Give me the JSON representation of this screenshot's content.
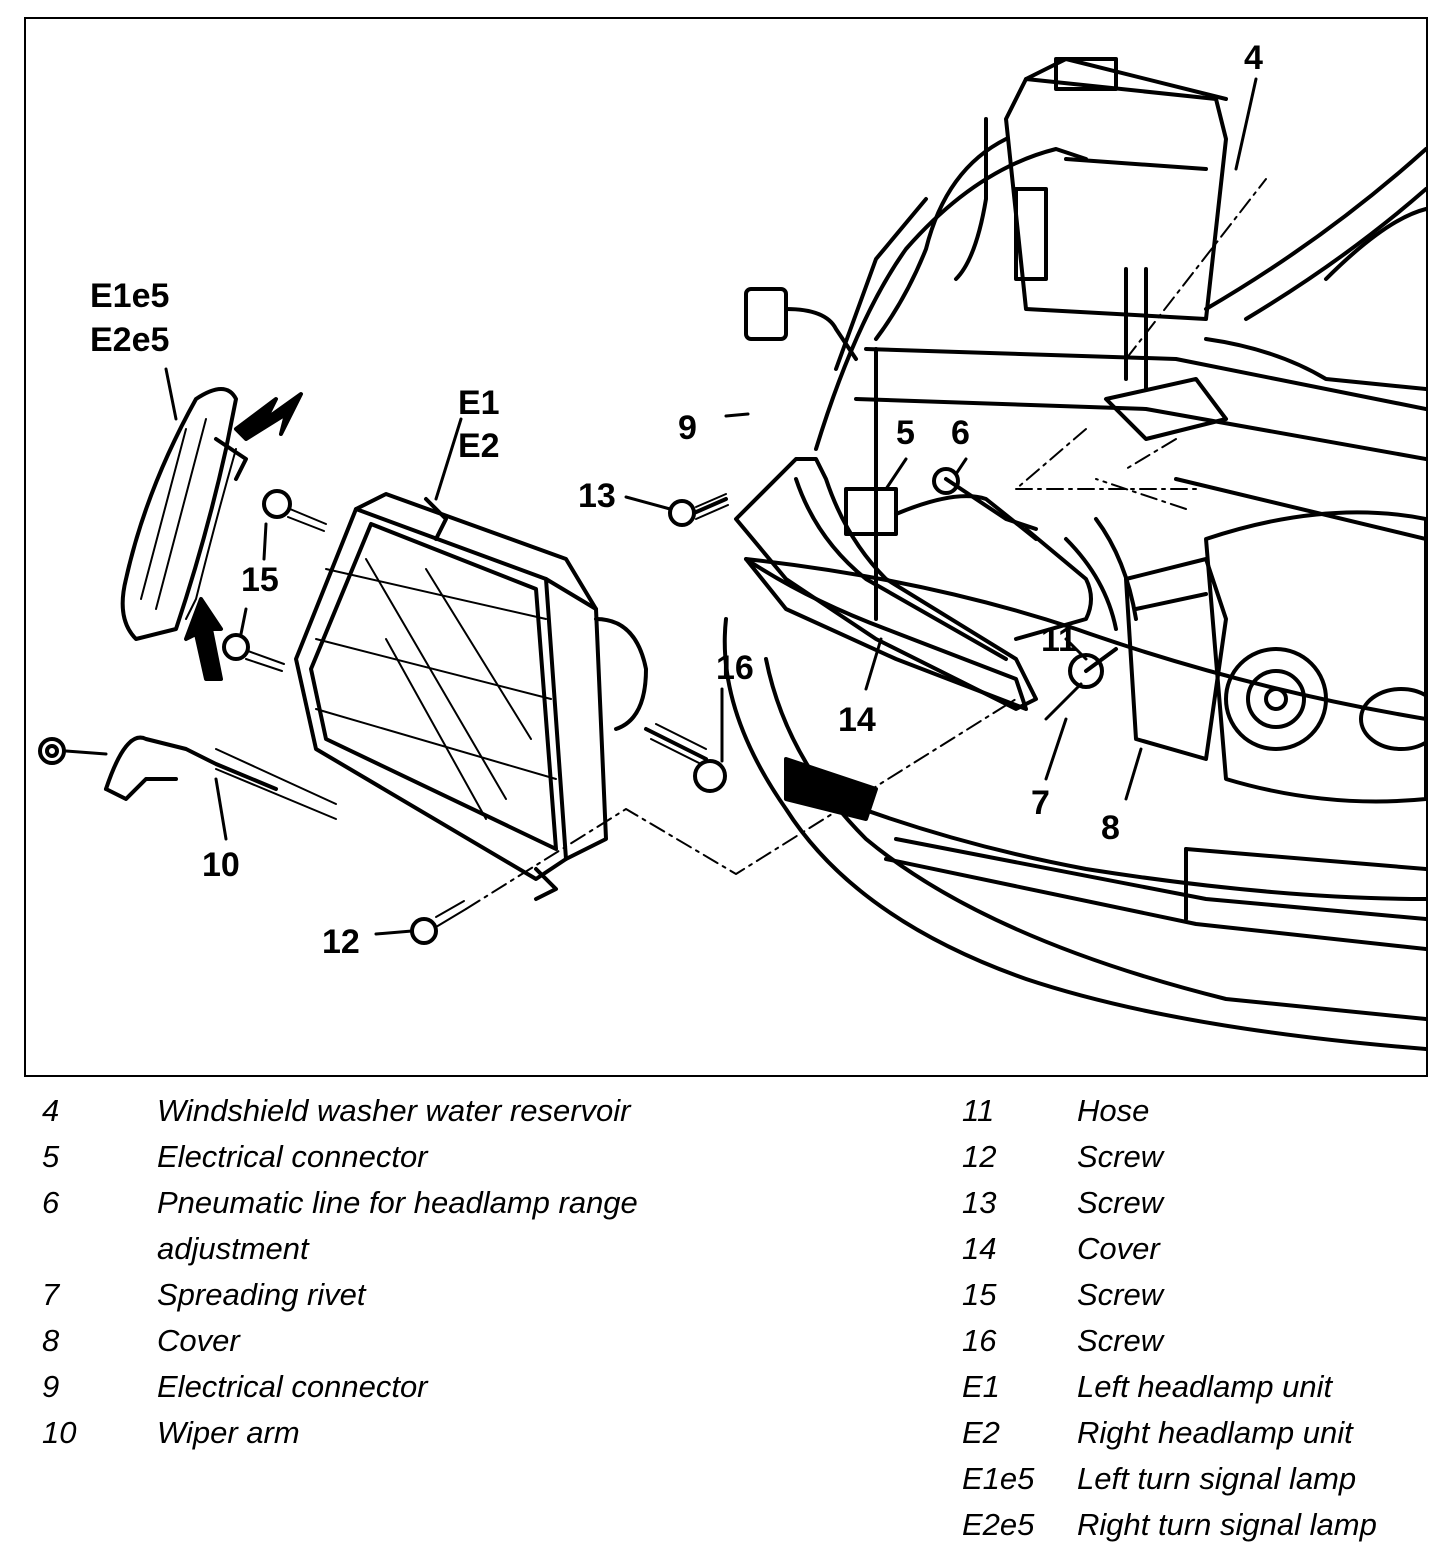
{
  "callouts": {
    "c4": "4",
    "c5": "5",
    "c6": "6",
    "c7": "7",
    "c8": "8",
    "c9": "9",
    "c10": "10",
    "c11": "11",
    "c12": "12",
    "c13": "13",
    "c14": "14",
    "c15": "15",
    "c16": "16",
    "e1": "E1",
    "e2": "E2",
    "e1e5": "E1e5",
    "e2e5": "E2e5"
  },
  "legend_left": [
    {
      "num": "4",
      "text": "Windshield washer water reservoir"
    },
    {
      "num": "5",
      "text": "Electrical connector"
    },
    {
      "num": "6",
      "text": "Pneumatic line for headlamp range"
    },
    {
      "num": "",
      "text": "adjustment"
    },
    {
      "num": "7",
      "text": "Spreading rivet"
    },
    {
      "num": "8",
      "text": "Cover"
    },
    {
      "num": "9",
      "text": "Electrical connector"
    },
    {
      "num": "10",
      "text": "Wiper arm"
    }
  ],
  "legend_right": [
    {
      "num": "11",
      "text": "Hose"
    },
    {
      "num": "12",
      "text": "Screw"
    },
    {
      "num": "13",
      "text": "Screw"
    },
    {
      "num": "14",
      "text": "Cover"
    },
    {
      "num": "15",
      "text": "Screw"
    },
    {
      "num": "16",
      "text": "Screw"
    },
    {
      "num": "E1",
      "text": "Left headlamp unit"
    },
    {
      "num": "E2",
      "text": "Right headlamp unit"
    },
    {
      "num": "E1e5",
      "text": "Left turn signal lamp"
    },
    {
      "num": "E2e5",
      "text": "Right turn signal lamp"
    }
  ]
}
